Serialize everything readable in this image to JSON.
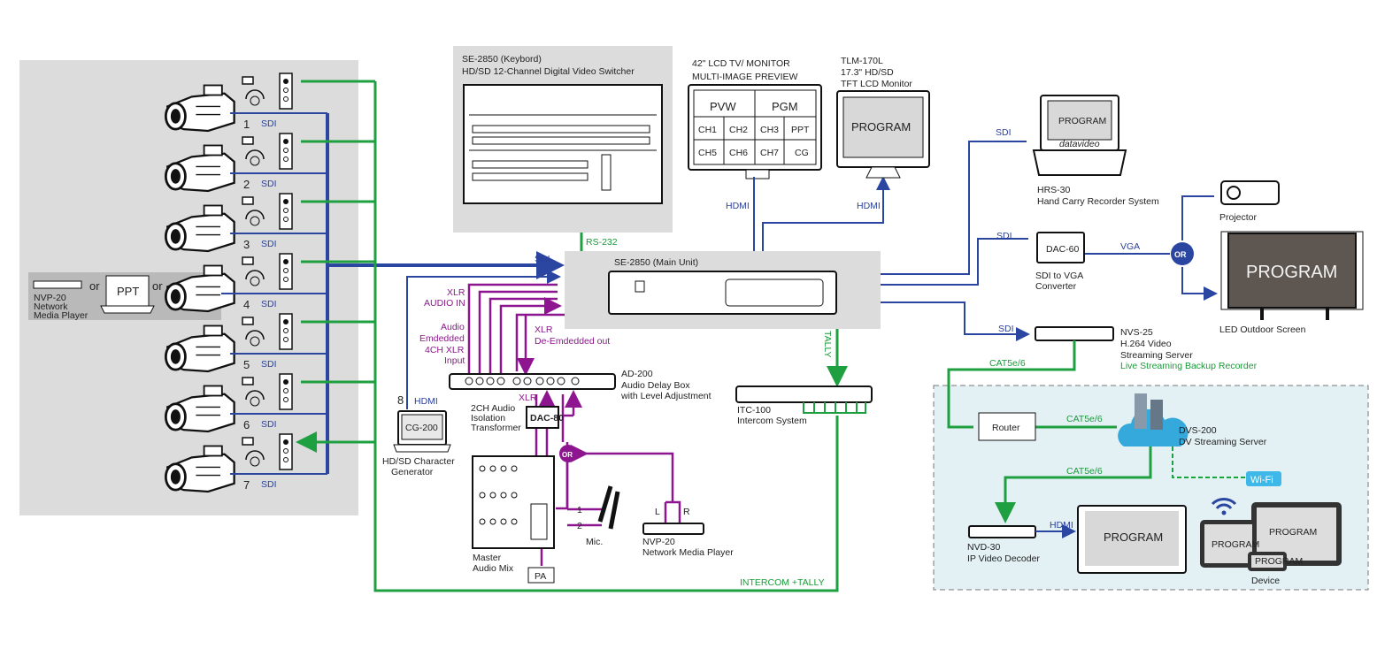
{
  "colors": {
    "video": "#2b46a0",
    "audio": "#8e1590",
    "intercom": "#1fa040",
    "panel": "#dcdcdc",
    "network_zone": "#e3f1f5"
  },
  "cameras": {
    "numbers": [
      "1",
      "2",
      "3",
      "4",
      "5",
      "6",
      "7"
    ],
    "link": "SDI"
  },
  "nvp_left": {
    "name": "NVP-20",
    "line2": "Network",
    "line3": "Media Player",
    "or1": "or",
    "ppt": "PPT",
    "or2": "or"
  },
  "keyboard": {
    "title": "SE-2850 (Keybord)",
    "subtitle": "HD/SD 12-Channel Digital Video Switcher",
    "link": "RS-232"
  },
  "main_unit": {
    "title": "SE-2850 (Main Unit)",
    "sdi": "SDI",
    "tally": "TALLY"
  },
  "multiview": {
    "title1": "42\" LCD TV/ MONITOR",
    "title2": "MULTI-IMAGE PREVIEW",
    "pvw": "PVW",
    "pgm": "PGM",
    "cells": [
      "CH1",
      "CH2",
      "CH3",
      "PPT",
      "CH5",
      "CH6",
      "CH7",
      "CG"
    ],
    "link": "HDMI"
  },
  "tlm": {
    "title1": "TLM-170L",
    "title2": "17.3\" HD/SD",
    "title3": "TFT LCD Monitor",
    "screen": "PROGRAM",
    "link": "HDMI"
  },
  "hrs": {
    "screen": "PROGRAM",
    "brand": "datavideo",
    "name": "HRS-30",
    "desc": "Hand Carry Recorder System",
    "link": "SDI"
  },
  "dac60": {
    "name": "DAC-60",
    "desc1": "SDI to VGA",
    "desc2": "Converter",
    "link_in": "SDI",
    "link_out": "VGA",
    "or": "OR"
  },
  "projector": {
    "name": "Projector"
  },
  "led": {
    "screen": "PROGRAM",
    "name": "LED Outdoor Screen"
  },
  "nvs": {
    "name": "NVS-25",
    "desc1": "H.264 Video",
    "desc2": "Streaming Server",
    "desc3": "Live Streaming Backup Recorder",
    "link": "SDI",
    "net": "CAT5e/6"
  },
  "network": {
    "router": "Router",
    "cat1": "CAT5e/6",
    "cat2": "CAT5e/6",
    "dvs_name": "DVS-200",
    "dvs_desc": "DV Streaming Server",
    "wifi": "Wi-Fi",
    "nvd_name": "NVD-30",
    "nvd_desc": "IP Video Decoder",
    "hdmi": "HDMI",
    "tv_screen": "PROGRAM",
    "tab1": "PROGRAM",
    "tab2": "PROGRAM",
    "phone": "PROGRAM",
    "device": "Device"
  },
  "audio": {
    "xlr_in1": "XLR",
    "xlr_in2": "AUDIO IN",
    "emb1": "Audio",
    "emb2": "Emdedded",
    "emb3": "4CH XLR",
    "emb4": "Input",
    "deemb1": "XLR",
    "deemb2": "De-Emdedded out",
    "ad_name": "AD-200",
    "ad_desc1": "Audio Delay Box",
    "ad_desc2": "with Level Adjustment",
    "xlr": "XLR",
    "iso1": "2CH Audio",
    "iso2": "Isolation",
    "iso3": "Transformer",
    "dac80": "DAC-80",
    "or": "OR",
    "mic1": "1",
    "mic2": "2",
    "mic": "Mic.",
    "l": "L",
    "r": "R",
    "nvp_name": "NVP-20",
    "nvp_desc": "Network Media Player",
    "mix1": "Master",
    "mix2": "Audio Mix",
    "pa": "PA"
  },
  "cg": {
    "num": "8",
    "link": "HDMI",
    "screen": "CG-200",
    "desc1": "HD/SD Character",
    "desc2": "Generator"
  },
  "itc": {
    "name": "ITC-100",
    "desc": "Intercom System",
    "link": "INTERCOM +TALLY"
  }
}
